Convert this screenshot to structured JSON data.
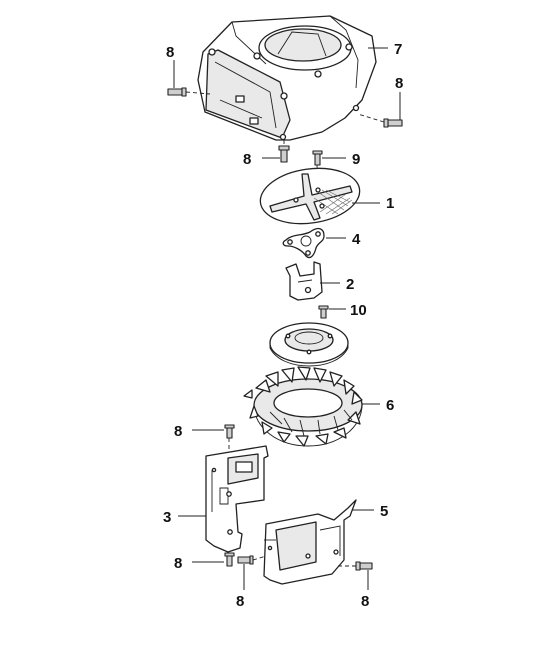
{
  "callouts": [
    {
      "id": "c7",
      "label": "7"
    },
    {
      "id": "c8a",
      "label": "8"
    },
    {
      "id": "c8b",
      "label": "8"
    },
    {
      "id": "c8c",
      "label": "8"
    },
    {
      "id": "c9",
      "label": "9"
    },
    {
      "id": "c1",
      "label": "1"
    },
    {
      "id": "c4",
      "label": "4"
    },
    {
      "id": "c2",
      "label": "2"
    },
    {
      "id": "c10",
      "label": "10"
    },
    {
      "id": "c6",
      "label": "6"
    },
    {
      "id": "c8d",
      "label": "8"
    },
    {
      "id": "c3",
      "label": "3"
    },
    {
      "id": "c5",
      "label": "5"
    },
    {
      "id": "c8e",
      "label": "8"
    },
    {
      "id": "c8f",
      "label": "8"
    },
    {
      "id": "c8g",
      "label": "8"
    }
  ]
}
